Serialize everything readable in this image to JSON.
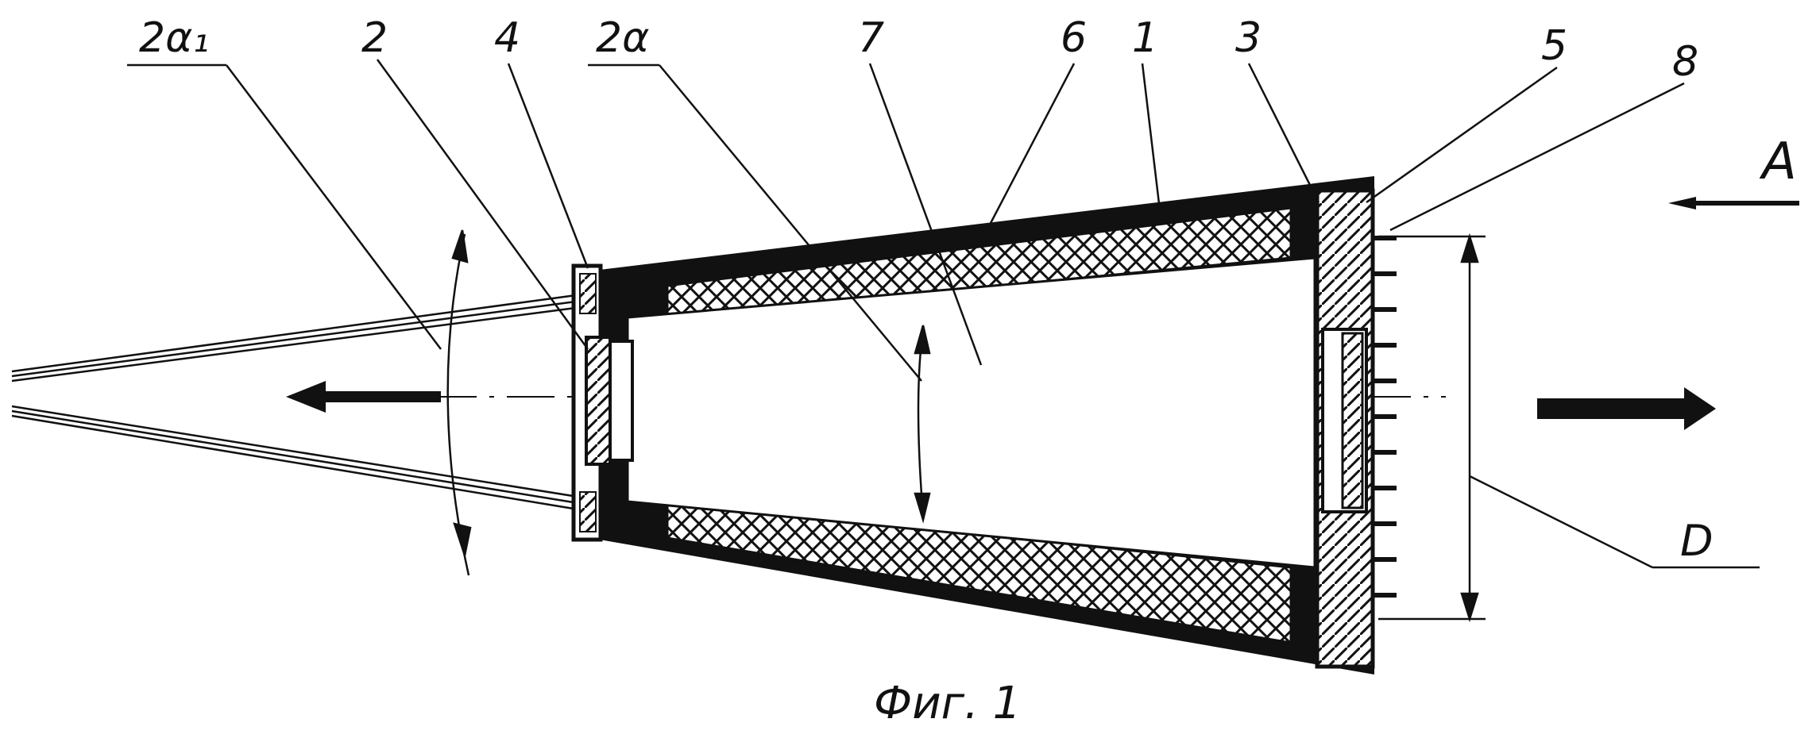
{
  "labels": {
    "l_2a1": "2α₁",
    "l_2": "2",
    "l_4": "4",
    "l_2a": "2α",
    "l_7": "7",
    "l_6": "6",
    "l_1": "1",
    "l_3": "3",
    "l_5": "5",
    "l_8": "8",
    "l_A": "A",
    "l_D": "D"
  },
  "caption": "Фиг. 1",
  "colors": {
    "ink": "#111111",
    "paper": "#ffffff"
  }
}
